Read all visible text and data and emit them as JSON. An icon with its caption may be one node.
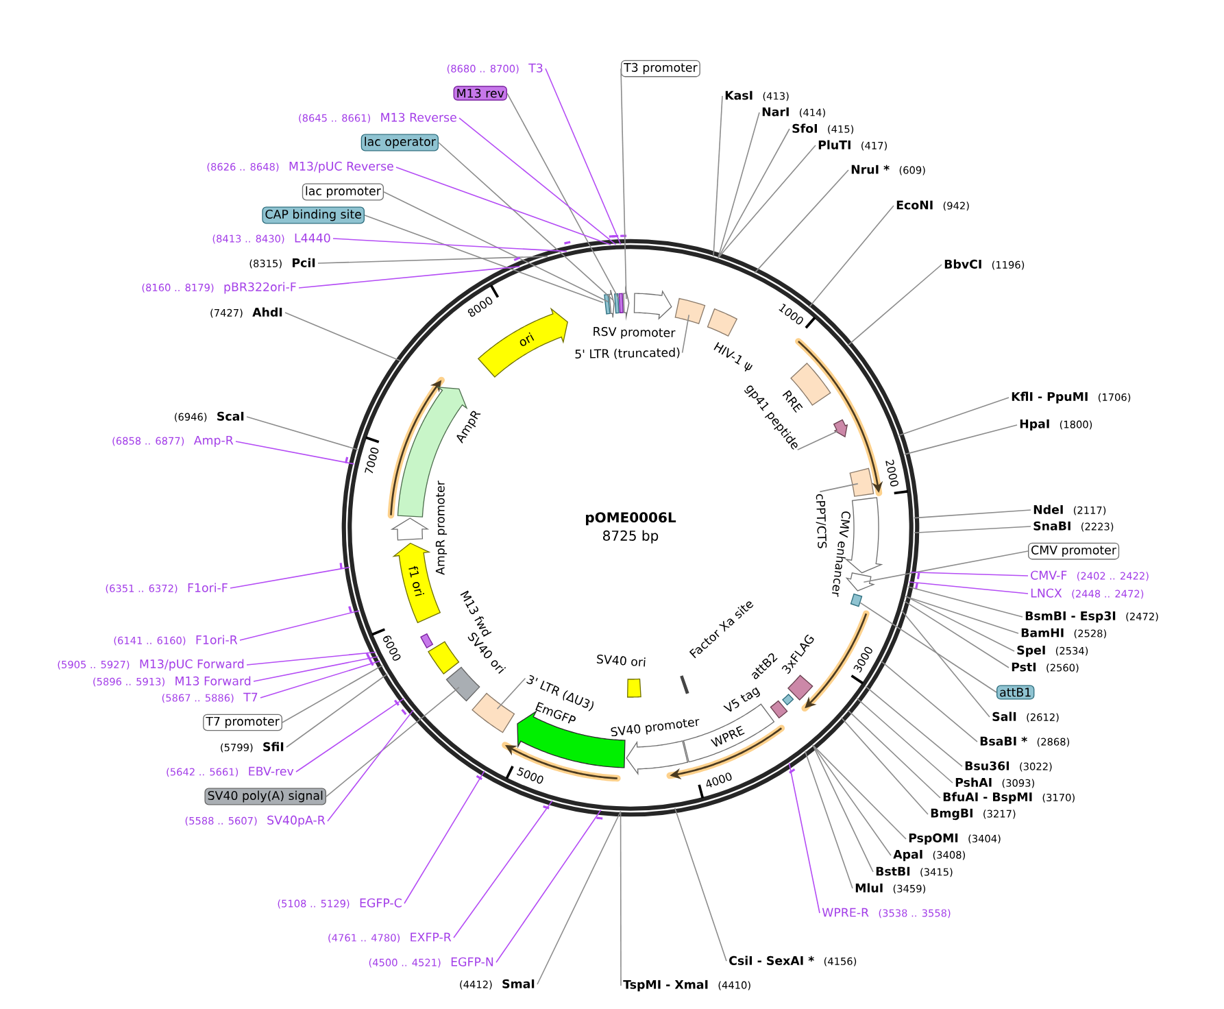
{
  "diagram": {
    "nodes": [
      {
        "text": [
          "pOME0006L",
          "8725 bp"
        ]
      },
      {
        "text": [],
        "shape": "box",
        "in": 0
      },
      {
        "text": [],
        "shape": "arrow",
        "in": 0
      },
      {
        "text": [],
        "shape": "box",
        "in": 0
      },
      {
        "text": [],
        "shape": "box",
        "in": 0
      },
      {
        "text": [],
        "shape": "arrow",
        "in": 0
      },
      {
        "text": [
          "RSV promoter"
        ],
        "in": 0
      },
      {
        "text": [],
        "shape": "box",
        "in": 0
      },
      {
        "text": [
          "5' LTR (truncated)"
        ],
        "in": 0
      },
      {
        "text": [
          "HIV-1 ψ"
        ],
        "in": 0
      },
      {
        "text": [
          "RRE"
        ],
        "in": 0
      },
      {
        "text": [],
        "shape": "arrow",
        "in": 0
      },
      {
        "text": [
          "gp41 peptide"
        ],
        "in": 0
      },
      {
        "text": [],
        "shape": "box",
        "in": 0
      },
      {
        "text": [
          "cPPT/CTS"
        ],
        "in": 0
      },
      {
        "text": [
          "CMV enhancer"
        ],
        "in": 0
      },
      {
        "text": [],
        "shape": "arrow",
        "in": 0
      },
      {
        "text": [],
        "shape": "box",
        "in": 0
      },
      {
        "text": [
          "3xFLAG"
        ],
        "in": 0
      },
      {
        "text": [
          "attB2"
        ],
        "in": 0
      },
      {
        "text": [
          "V5 tag"
        ],
        "in": 0
      },
      {
        "text": [
          "WPRE"
        ],
        "in": 0
      },
      {
        "text": [
          "SV40 promoter"
        ],
        "in": 0
      },
      {
        "text": [
          "EmGFP"
        ],
        "in": 0
      },
      {
        "text": [],
        "shape": "box",
        "in": 0
      },
      {
        "text": [
          "3' LTR (ΔU3)"
        ],
        "in": 0
      },
      {
        "text": [],
        "shape": "box",
        "in": 0
      },
      {
        "text": [
          "SV40 ori"
        ],
        "in": 0
      },
      {
        "text": [
          "M13 fwd"
        ],
        "in": 0
      },
      {
        "text": [
          "f1 ori"
        ],
        "in": 0
      },
      {
        "text": [
          "AmpR promoter"
        ],
        "in": 0
      },
      {
        "text": [
          "AmpR"
        ],
        "in": 0
      },
      {
        "text": [
          "ori"
        ],
        "in": 0
      },
      {
        "text": [
          "SV40 ori"
        ],
        "in": 0
      },
      {
        "text": [
          "Factor Xa site"
        ],
        "in": 0
      },
      {
        "text": [
          "(8680 .. 8700)",
          "T3"
        ]
      },
      {
        "text": [
          "M13 rev"
        ]
      },
      {
        "text": [
          "(8645 .. 8661)",
          "M13 Reverse"
        ]
      },
      {
        "text": [
          "lac operator"
        ]
      },
      {
        "text": [
          "(8626 .. 8648)",
          "M13/pUC Reverse"
        ]
      },
      {
        "text": [
          "lac promoter"
        ]
      },
      {
        "text": [
          "CAP binding site"
        ]
      },
      {
        "text": [
          "(8413 .. 8430)",
          "L4440"
        ]
      },
      {
        "text": [
          "(8315)",
          "PciI"
        ]
      },
      {
        "text": [
          "(8160 .. 8179)",
          "pBR322ori-F"
        ]
      },
      {
        "text": [
          "(7427)",
          "AhdI"
        ]
      },
      {
        "text": [
          "(6946)",
          "ScaI"
        ]
      },
      {
        "text": [
          "(6858 .. 6877)",
          "Amp-R"
        ]
      },
      {
        "text": [
          "(6351 .. 6372)",
          "F1ori-F"
        ]
      },
      {
        "text": [
          "(6141 .. 6160)",
          "F1ori-R"
        ]
      },
      {
        "text": [
          "(5905 .. 5927)",
          "M13/pUC Forward"
        ]
      },
      {
        "text": [
          "(5896 .. 5913)",
          "M13 Forward"
        ]
      },
      {
        "text": [
          "(5867 .. 5886)",
          "T7"
        ]
      },
      {
        "text": [
          "T7 promoter"
        ]
      },
      {
        "text": [
          "(5799)",
          "SfiI"
        ]
      },
      {
        "text": [
          "(5642 .. 5661)",
          "EBV-rev"
        ]
      },
      {
        "text": [
          "SV40 poly(A) signal"
        ]
      },
      {
        "text": [
          "(5588 .. 5607)",
          "SV40pA-R"
        ]
      },
      {
        "text": [
          "(5108 .. 5129)",
          "EGFP-C"
        ]
      },
      {
        "text": [
          "(4761 .. 4780)",
          "EXFP-R"
        ]
      },
      {
        "text": [
          "(4500 .. 4521)",
          "EGFP-N"
        ]
      },
      {
        "text": [
          "(4412)",
          "SmaI"
        ]
      },
      {
        "text": [
          "TspMI - XmaI",
          "(4410)"
        ]
      },
      {
        "text": [
          "CsiI - SexAI *",
          "(4156)"
        ]
      },
      {
        "text": [
          "T3 promoter"
        ]
      },
      {
        "text": [
          "KasI",
          "(413)"
        ]
      },
      {
        "text": [
          "NarI",
          "(414)"
        ]
      },
      {
        "text": [
          "SfoI",
          "(415)"
        ]
      },
      {
        "text": [
          "PluTI",
          "(417)"
        ]
      },
      {
        "text": [
          "NruI *",
          "(609)"
        ]
      },
      {
        "text": [
          "EcoNI",
          "(942)"
        ]
      },
      {
        "text": [
          "BbvCI",
          "(1196)"
        ]
      },
      {
        "text": [
          "KflI - PpuMI",
          "(1706)"
        ]
      },
      {
        "text": [
          "HpaI",
          "(1800)"
        ]
      },
      {
        "text": [
          "NdeI",
          "(2117)"
        ]
      },
      {
        "text": [
          "SnaBI",
          "(2223)"
        ]
      },
      {
        "text": [
          "CMV promoter"
        ]
      },
      {
        "text": [
          "CMV-F",
          "(2402 .. 2422)"
        ]
      },
      {
        "text": [
          "LNCX",
          "(2448 .. 2472)"
        ]
      },
      {
        "text": [
          "BsmBI - Esp3I",
          "(2472)"
        ]
      },
      {
        "text": [
          "BamHI",
          "(2528)"
        ]
      },
      {
        "text": [
          "SpeI",
          "(2534)"
        ]
      },
      {
        "text": [
          "PstI",
          "(2560)"
        ]
      },
      {
        "text": [
          "attB1"
        ]
      },
      {
        "text": [
          "SalI",
          "(2612)"
        ]
      },
      {
        "text": [
          "BsaBI *",
          "(2868)"
        ]
      },
      {
        "text": [
          "Bsu36I",
          "(3022)"
        ]
      },
      {
        "text": [
          "PshAI",
          "(3093)"
        ]
      },
      {
        "text": [
          "BfuAI - BspMI",
          "(3170)"
        ]
      },
      {
        "text": [
          "BmgBI",
          "(3217)"
        ]
      },
      {
        "text": [
          "PspOMI",
          "(3404)"
        ]
      },
      {
        "text": [
          "ApaI",
          "(3408)"
        ]
      },
      {
        "text": [
          "BstBI",
          "(3415)"
        ]
      },
      {
        "text": [
          "MluI",
          "(3459)"
        ]
      },
      {
        "text": [
          "WPRE-R",
          "(3538 .. 3558)"
        ]
      }
    ],
    "edges": [
      {
        "from": 8,
        "to": 7,
        "arrow": "none"
      },
      {
        "from": 12,
        "to": 11,
        "arrow": "none"
      },
      {
        "from": 14,
        "to": 13,
        "arrow": "none"
      },
      {
        "from": 25,
        "to": 24,
        "arrow": "none"
      },
      {
        "from": 35,
        "to": 0,
        "arrow": "none",
        "color": "#b44cf5"
      },
      {
        "from": 36,
        "to": 4,
        "arrow": "none"
      },
      {
        "from": 37,
        "to": 0,
        "arrow": "none",
        "color": "#b44cf5"
      },
      {
        "from": 38,
        "to": 3,
        "arrow": "none"
      },
      {
        "from": 39,
        "to": 0,
        "arrow": "none",
        "color": "#b44cf5"
      },
      {
        "from": 40,
        "to": 2,
        "arrow": "none"
      },
      {
        "from": 41,
        "to": 1,
        "arrow": "none"
      },
      {
        "from": 42,
        "to": 0,
        "arrow": "none",
        "color": "#b44cf5"
      },
      {
        "from": 43,
        "to": 0,
        "arrow": "none"
      },
      {
        "from": 44,
        "to": 0,
        "arrow": "none",
        "color": "#b44cf5"
      },
      {
        "from": 45,
        "to": 0,
        "arrow": "none"
      },
      {
        "from": 46,
        "to": 0,
        "arrow": "none"
      },
      {
        "from": 47,
        "to": 0,
        "arrow": "none",
        "color": "#b44cf5"
      },
      {
        "from": 48,
        "to": 0,
        "arrow": "none",
        "color": "#b44cf5"
      },
      {
        "from": 49,
        "to": 0,
        "arrow": "none",
        "color": "#b44cf5"
      },
      {
        "from": 50,
        "to": 0,
        "arrow": "none",
        "color": "#b44cf5"
      },
      {
        "from": 51,
        "to": 0,
        "arrow": "none",
        "color": "#b44cf5"
      },
      {
        "from": 52,
        "to": 0,
        "arrow": "none",
        "color": "#b44cf5"
      },
      {
        "from": 53,
        "to": 0,
        "arrow": "none"
      },
      {
        "from": 54,
        "to": 0,
        "arrow": "none"
      },
      {
        "from": 55,
        "to": 0,
        "arrow": "none",
        "color": "#b44cf5"
      },
      {
        "from": 56,
        "to": 26,
        "arrow": "none"
      },
      {
        "from": 57,
        "to": 0,
        "arrow": "none",
        "color": "#b44cf5"
      },
      {
        "from": 58,
        "to": 0,
        "arrow": "none",
        "color": "#b44cf5"
      },
      {
        "from": 59,
        "to": 0,
        "arrow": "none",
        "color": "#b44cf5"
      },
      {
        "from": 60,
        "to": 0,
        "arrow": "none",
        "color": "#b44cf5"
      },
      {
        "from": 61,
        "to": 0,
        "arrow": "none"
      },
      {
        "from": 62,
        "to": 0,
        "arrow": "none"
      },
      {
        "from": 63,
        "to": 0,
        "arrow": "none"
      },
      {
        "from": 64,
        "to": 5,
        "arrow": "none"
      },
      {
        "from": 65,
        "to": 0,
        "arrow": "none"
      },
      {
        "from": 66,
        "to": 0,
        "arrow": "none"
      },
      {
        "from": 67,
        "to": 0,
        "arrow": "none"
      },
      {
        "from": 68,
        "to": 0,
        "arrow": "none"
      },
      {
        "from": 69,
        "to": 0,
        "arrow": "none"
      },
      {
        "from": 70,
        "to": 0,
        "arrow": "none"
      },
      {
        "from": 71,
        "to": 0,
        "arrow": "none"
      },
      {
        "from": 72,
        "to": 0,
        "arrow": "none"
      },
      {
        "from": 73,
        "to": 0,
        "arrow": "none"
      },
      {
        "from": 74,
        "to": 0,
        "arrow": "none"
      },
      {
        "from": 75,
        "to": 0,
        "arrow": "none"
      },
      {
        "from": 76,
        "to": 16,
        "arrow": "none"
      },
      {
        "from": 77,
        "to": 0,
        "arrow": "none",
        "color": "#b44cf5"
      },
      {
        "from": 78,
        "to": 0,
        "arrow": "none",
        "color": "#b44cf5"
      },
      {
        "from": 79,
        "to": 0,
        "arrow": "none"
      },
      {
        "from": 80,
        "to": 0,
        "arrow": "none"
      },
      {
        "from": 81,
        "to": 0,
        "arrow": "none"
      },
      {
        "from": 82,
        "to": 0,
        "arrow": "none"
      },
      {
        "from": 83,
        "to": 17,
        "arrow": "none"
      },
      {
        "from": 84,
        "to": 0,
        "arrow": "none"
      },
      {
        "from": 85,
        "to": 0,
        "arrow": "none"
      },
      {
        "from": 86,
        "to": 0,
        "arrow": "none"
      },
      {
        "from": 87,
        "to": 0,
        "arrow": "none"
      },
      {
        "from": 88,
        "to": 0,
        "arrow": "none"
      },
      {
        "from": 89,
        "to": 0,
        "arrow": "none"
      },
      {
        "from": 90,
        "to": 0,
        "arrow": "none"
      },
      {
        "from": 91,
        "to": 0,
        "arrow": "none"
      },
      {
        "from": 92,
        "to": 0,
        "arrow": "none"
      },
      {
        "from": 93,
        "to": 0,
        "arrow": "none"
      },
      {
        "from": 94,
        "to": 0,
        "arrow": "none",
        "color": "#b44cf5"
      }
    ],
    "labels": [
      "1000",
      "2000",
      "3000",
      "4000",
      "5000",
      "6000",
      "7000",
      "8000"
    ]
  }
}
